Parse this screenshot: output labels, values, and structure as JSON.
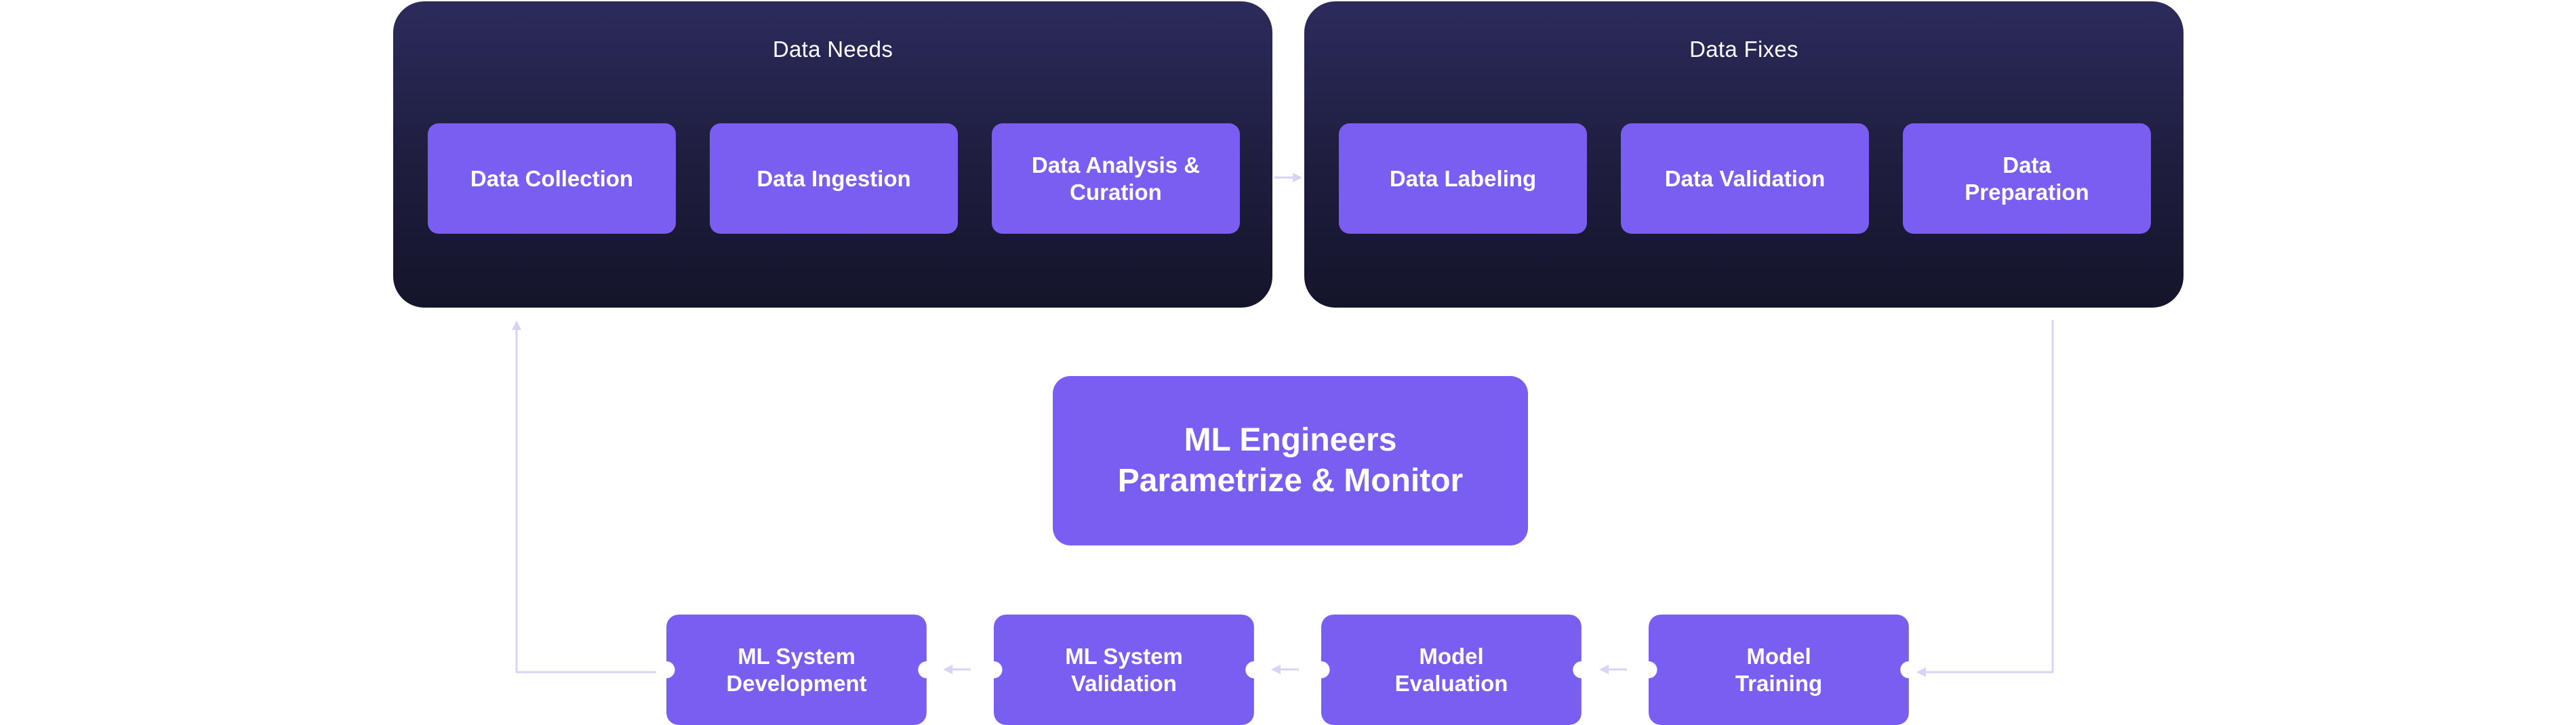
{
  "diagram": {
    "data_needs": {
      "title": "Data Needs",
      "steps": [
        "Data Collection",
        "Data Ingestion",
        "Data Analysis & Curation"
      ]
    },
    "data_fixes": {
      "title": "Data Fixes",
      "steps": [
        "Data Labeling",
        "Data Validation",
        "Data Preparation"
      ]
    },
    "center": {
      "line1": "ML Engineers",
      "line2": "Parametrize & Monitor"
    },
    "bottom_steps": [
      "ML System Development",
      "ML System Validation",
      "Model Evaluation",
      "Model Training"
    ]
  },
  "colors": {
    "panel_background": "#1f1e40",
    "box_fill": "#7a5ef2",
    "inner_arrow": "#e6e4f7",
    "outer_connector": "#d9d3f6"
  }
}
